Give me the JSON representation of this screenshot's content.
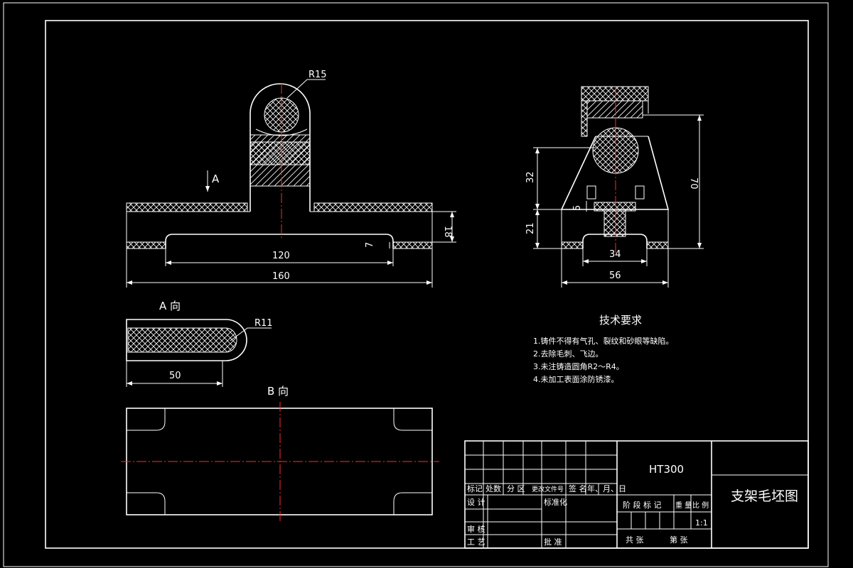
{
  "front_view": {
    "radius_label": "R15",
    "view_arrow_label": "A",
    "dims": {
      "d120": "120",
      "d160": "160",
      "d18": "18",
      "d7": "7"
    }
  },
  "side_view": {
    "dims": {
      "d32": "32",
      "d21": "21",
      "d5": "5",
      "d70": "70",
      "d34": "34",
      "d56": "56"
    }
  },
  "view_a": {
    "title": "A 向",
    "radius_label": "R11",
    "dim_50": "50"
  },
  "view_b": {
    "title": "B 向"
  },
  "tech_requirements": {
    "title": "技术要求",
    "items": [
      "1.铸件不得有气孔、裂纹和砂眼等缺陷。",
      "2.去除毛刺、飞边。",
      "3.未注铸造圆角R2～R4。",
      "4.未加工表面涂防锈漆。"
    ]
  },
  "title_block": {
    "material": "HT300",
    "drawing_name": "支架毛坯图",
    "header_cells": [
      "标记",
      "处数",
      "分 区",
      "更改文件号",
      "签 名",
      "年、月、日"
    ],
    "design": "设 计",
    "standardize": "标准化",
    "review": "审 核",
    "process": "工 艺",
    "approve": "批 准",
    "stage_mark": "阶 段 标 记",
    "weight": "重 量",
    "scale_label": "比 例",
    "scale_value": "1:1",
    "sheet_total": "共    张",
    "sheet_no": "第    张"
  },
  "colors": {
    "background": "#000000",
    "lines": "#ffffff",
    "centerline": "#ff2a2a"
  }
}
